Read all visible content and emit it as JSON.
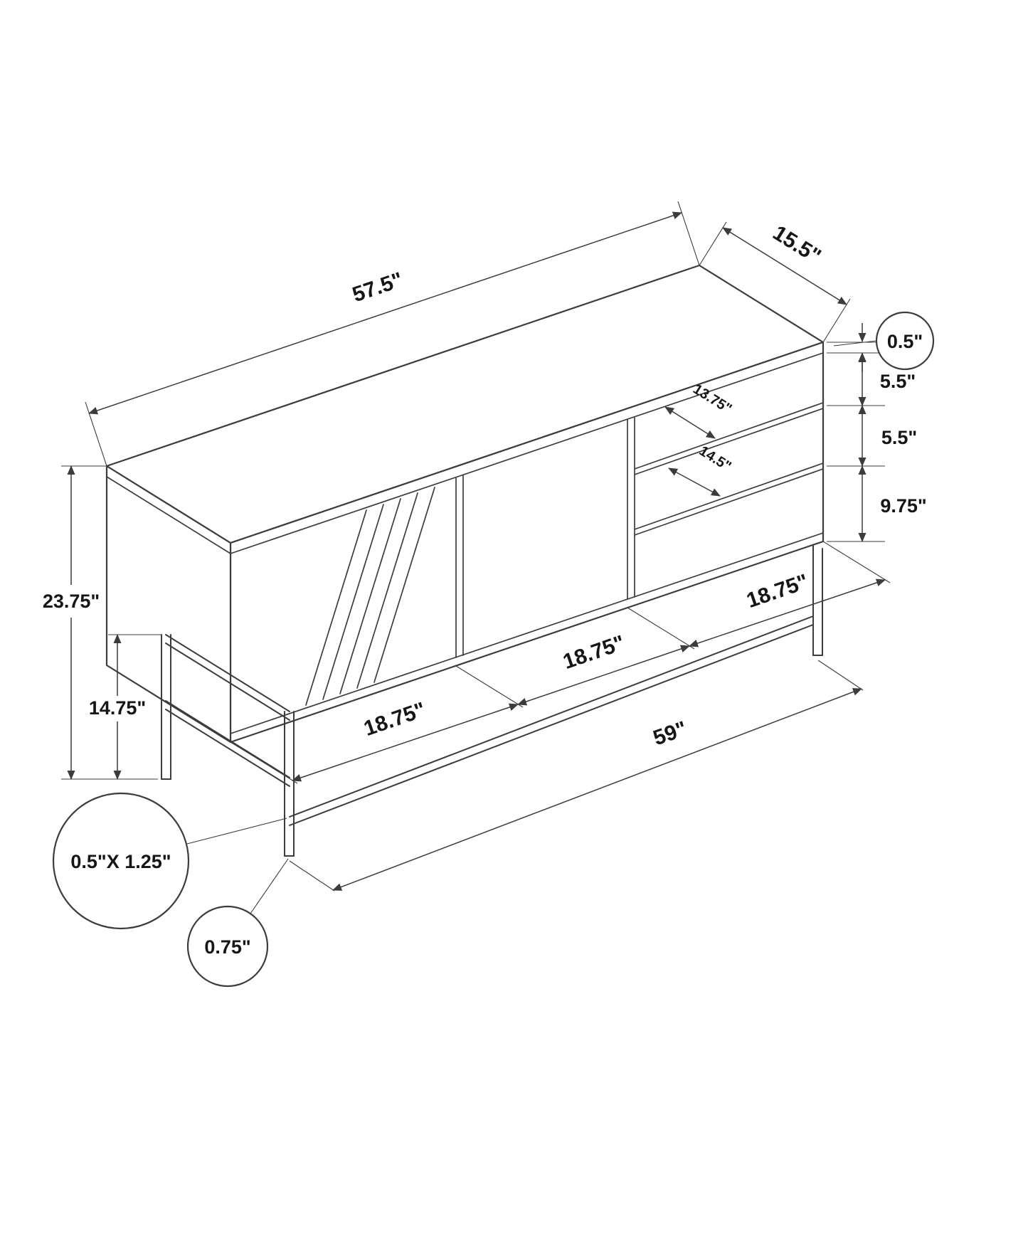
{
  "diagram": {
    "subject": "tv-stand-technical-dimension-drawing",
    "unit": "inches",
    "line_color": "#3c3c3c",
    "background_color": "#ffffff",
    "dimensions": {
      "top_length": "57.5\"",
      "top_depth": "15.5\"",
      "top_panel_thickness": "0.5\"",
      "upper_shelf_gap": "5.5\"",
      "lower_shelf_gap": "5.5\"",
      "upper_shelf_depth": "13.75\"",
      "lower_shelf_depth": "14.5\"",
      "cabinet_opening_height": "9.75\"",
      "overall_height": "23.75\"",
      "leg_frame_height": "14.75\"",
      "door_widths": [
        "18.75\"",
        "18.75\"",
        "18.75\""
      ],
      "overall_length": "59\"",
      "frame_tube_size": "0.5\"X 1.25\"",
      "frame_tube_width": "0.75\""
    }
  }
}
